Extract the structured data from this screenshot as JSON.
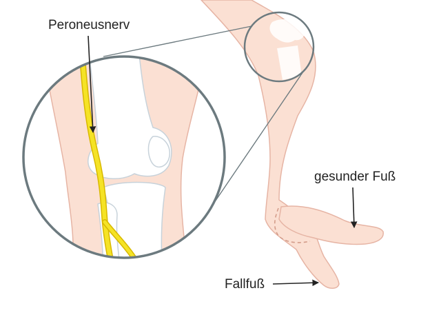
{
  "labels": {
    "nerve": "Peroneusnerv",
    "healthy_foot": "gesunder Fuß",
    "drop_foot": "Fallfuß"
  },
  "colors": {
    "skin": "#fbe0d3",
    "skin_outline": "#e6b4a4",
    "bone": "#ffffff",
    "bone_outline": "#c7d2da",
    "nerve": "#f5e326",
    "nerve_outline": "#d8b800",
    "lens_ring": "#6c7a7f",
    "arrow": "#222222"
  }
}
